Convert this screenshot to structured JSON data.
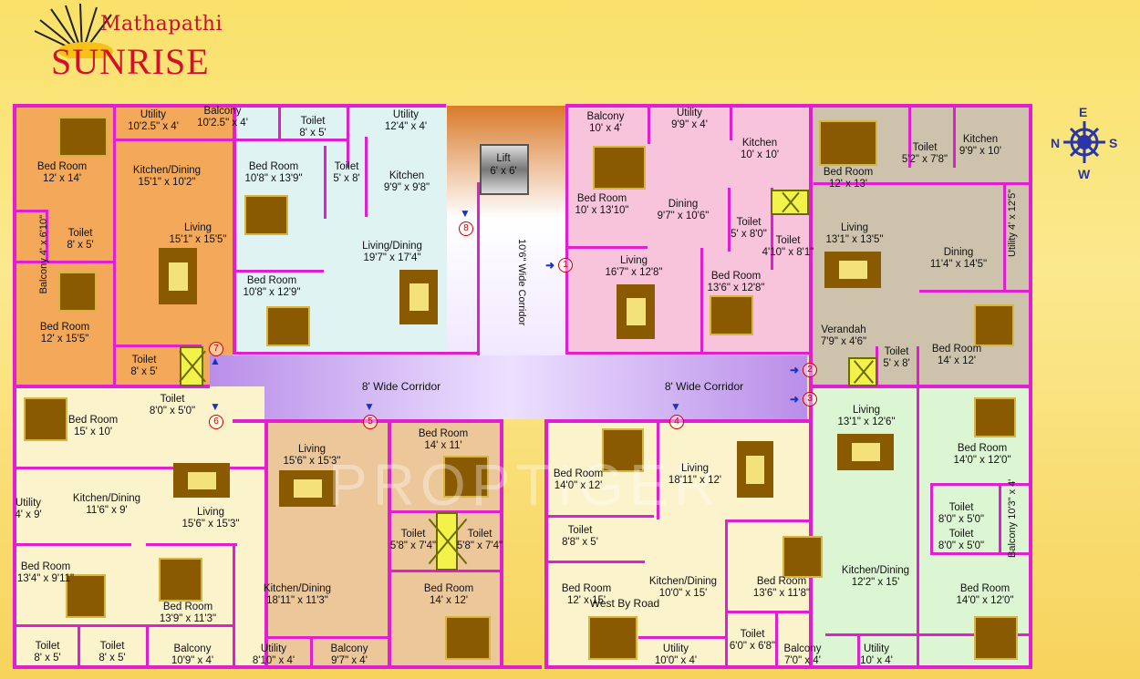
{
  "logo": {
    "top": "Mathapathi",
    "main": "SUNRISE"
  },
  "compass": {
    "n": "N",
    "e": "E",
    "s": "S",
    "w": "W"
  },
  "corridors": {
    "left": "8' Wide Corridor",
    "right": "8' Wide Corridor",
    "vertical": "10'6\" Wide Corridor"
  },
  "lift": {
    "name": "Lift",
    "size": "6' x 6'"
  },
  "road": "West By Road",
  "watermark": "PROPTIGER",
  "markers": [
    "1",
    "2",
    "3",
    "4",
    "5",
    "6",
    "7",
    "8"
  ],
  "rooms": [
    {
      "name": "Utility",
      "size": "10'2.5\" x 4'"
    },
    {
      "name": "Balcony",
      "size": "10'2.5\" x 4'"
    },
    {
      "name": "Toilet",
      "size": "8' x 5'"
    },
    {
      "name": "Utility",
      "size": "12'4\" x 4'"
    },
    {
      "name": "Bed Room",
      "size": "12' x 14'"
    },
    {
      "name": "Kitchen/Dining",
      "size": "15'1\" x 10'2\""
    },
    {
      "name": "Bed Room",
      "size": "10'8\" x 13'9\""
    },
    {
      "name": "Toilet",
      "size": "5' x 8'"
    },
    {
      "name": "Kitchen",
      "size": "9'9\" x 9'8\""
    },
    {
      "name": "Balcony",
      "size": "4' x 6'10\""
    },
    {
      "name": "Toilet",
      "size": "8' x 5'"
    },
    {
      "name": "Living",
      "size": "15'1\" x 15'5\""
    },
    {
      "name": "Living/Dining",
      "size": "19'7\" x 17'4\""
    },
    {
      "name": "Bed Room",
      "size": "10'8\" x 12'9\""
    },
    {
      "name": "Bed Room",
      "size": "12' x 15'5\""
    },
    {
      "name": "Toilet",
      "size": "8' x 5'"
    },
    {
      "name": "Balcony",
      "size": "10' x 4'"
    },
    {
      "name": "Utility",
      "size": "9'9\" x 4'"
    },
    {
      "name": "Kitchen",
      "size": "10' x 10'"
    },
    {
      "name": "Bed Room",
      "size": "10' x 13'10\""
    },
    {
      "name": "Dining",
      "size": "9'7\" x 10'6\""
    },
    {
      "name": "Toilet",
      "size": "5' x 8'0\""
    },
    {
      "name": "Toilet",
      "size": "4'10\" x 8'1\""
    },
    {
      "name": "Living",
      "size": "16'7\" x 12'8\""
    },
    {
      "name": "Bed Room",
      "size": "13'6\" x 12'8\""
    },
    {
      "name": "Bed Room",
      "size": "12' x 13'"
    },
    {
      "name": "Toilet",
      "size": "5'2\" x 7'8\""
    },
    {
      "name": "Kitchen",
      "size": "9'9\" x 10'"
    },
    {
      "name": "Living",
      "size": "13'1\" x 13'5\""
    },
    {
      "name": "Dining",
      "size": "11'4\" x 14'5\""
    },
    {
      "name": "Utility",
      "size": "4' x 12'5\""
    },
    {
      "name": "Verandah",
      "size": "7'9\" x 4'6\""
    },
    {
      "name": "Toilet",
      "size": "5' x 8'"
    },
    {
      "name": "Bed Room",
      "size": "14' x 12'"
    },
    {
      "name": "Toilet",
      "size": "8'0\" x 5'0\""
    },
    {
      "name": "Bed Room",
      "size": "15' x 10'"
    },
    {
      "name": "Utility",
      "size": "4' x 9'"
    },
    {
      "name": "Kitchen/Dining",
      "size": "11'6\" x 9'"
    },
    {
      "name": "Living",
      "size": "15'6\" x 15'3\""
    },
    {
      "name": "Living",
      "size": "15'6\" x 15'3\""
    },
    {
      "name": "Bed Room",
      "size": "14' x 11'"
    },
    {
      "name": "Bed Room",
      "size": "13'4\" x 9'11\""
    },
    {
      "name": "Bed Room",
      "size": "13'9\" x 11'3\""
    },
    {
      "name": "Toilet",
      "size": "5'8\" x 7'4\""
    },
    {
      "name": "Toilet",
      "size": "5'8\" x 7'4\""
    },
    {
      "name": "Kitchen/Dining",
      "size": "18'11\" x 11'3\""
    },
    {
      "name": "Bed Room",
      "size": "14' x 12'"
    },
    {
      "name": "Toilet",
      "size": "8' x 5'"
    },
    {
      "name": "Toilet",
      "size": "8' x 5'"
    },
    {
      "name": "Balcony",
      "size": "10'9\" x 4'"
    },
    {
      "name": "Utility",
      "size": "8'10\" x 4'"
    },
    {
      "name": "Balcony",
      "size": "9'7\" x 4'"
    },
    {
      "name": "Bed Room",
      "size": "14'0\" x 12'"
    },
    {
      "name": "Living",
      "size": "18'11\" x 12'"
    },
    {
      "name": "Toilet",
      "size": "8'8\" x 5'"
    },
    {
      "name": "Bed Room",
      "size": "12' x 15'"
    },
    {
      "name": "Kitchen/Dining",
      "size": "10'0\" x 15'"
    },
    {
      "name": "Bed Room",
      "size": "13'6\" x 11'8\""
    },
    {
      "name": "Toilet",
      "size": "6'0\" x 6'8\""
    },
    {
      "name": "Balcony",
      "size": "7'0\" x 4'"
    },
    {
      "name": "Utility",
      "size": "10'0\" x 4'"
    },
    {
      "name": "Living",
      "size": "13'1\" x 12'6\""
    },
    {
      "name": "Bed Room",
      "size": "14'0\" x 12'0\""
    },
    {
      "name": "Toilet",
      "size": "8'0\" x 5'0\""
    },
    {
      "name": "Toilet",
      "size": "8'0\" x 5'0\""
    },
    {
      "name": "Balcony",
      "size": "10'3\" x 4'"
    },
    {
      "name": "Kitchen/Dining",
      "size": "12'2\" x 15'"
    },
    {
      "name": "Bed Room",
      "size": "14'0\" x 12'0\""
    },
    {
      "name": "Utility",
      "size": "10' x 4'"
    }
  ],
  "colors": {
    "wall": "#e020d0",
    "orange": "#f3a85a",
    "cyan": "#dff3f3",
    "pink": "#f8c4dc",
    "taupe": "#cdc3ad",
    "cream": "#fbf3cc",
    "tan": "#ecc79a",
    "green": "#dcf5d3",
    "corridor": "#c9a6f0"
  }
}
